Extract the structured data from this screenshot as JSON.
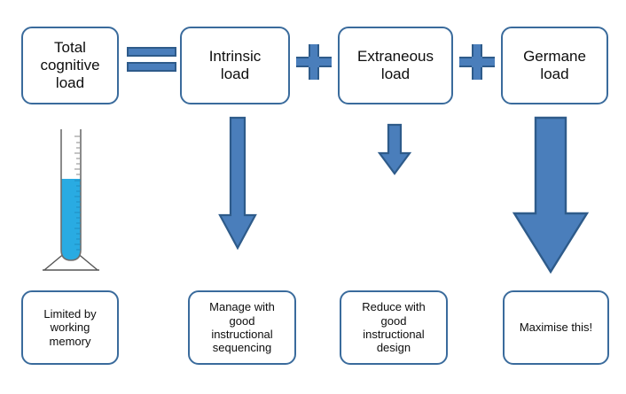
{
  "diagram": {
    "title": "Cognitive load theory components",
    "colors": {
      "box_border": "#3a6b9c",
      "box_fill": "#ffffff",
      "symbol_fill": "#4a7ebb",
      "symbol_border": "#2e5b8a",
      "arrow_fill": "#4a7ebb",
      "arrow_border": "#2e5b8a",
      "liquid": "#29abe2",
      "text": "#0d0d0d",
      "background": "#ffffff"
    },
    "top_row": [
      {
        "id": "total-cognitive-load",
        "label": "Total\ncognitive\nload"
      },
      {
        "id": "intrinsic-load",
        "label": "Intrinsic\nload"
      },
      {
        "id": "extraneous-load",
        "label": "Extraneous\nload"
      },
      {
        "id": "germane-load",
        "label": "Germane\nload"
      }
    ],
    "operators": [
      {
        "id": "equals",
        "symbol": "=",
        "name": "equals-sign"
      },
      {
        "id": "plus-1",
        "symbol": "+",
        "name": "plus-sign"
      },
      {
        "id": "plus-2",
        "symbol": "+",
        "name": "plus-sign"
      }
    ],
    "bottom_row": [
      {
        "id": "limited-by-working-memory",
        "label": "Limited by\nworking\nmemory"
      },
      {
        "id": "manage-with-good-instructional-sequencing",
        "label": "Manage with\ngood\ninstructional\nsequencing"
      },
      {
        "id": "reduce-with-good-instructional-design",
        "label": "Reduce with\ngood\ninstructional\ndesign"
      },
      {
        "id": "maximise-this",
        "label": "Maximise this!"
      }
    ],
    "arrows": [
      {
        "id": "arrow-intrinsic",
        "from": "intrinsic-load",
        "to": "manage-with-good-instructional-sequencing",
        "size": "medium"
      },
      {
        "id": "arrow-extraneous",
        "from": "extraneous-load",
        "to": "reduce-with-good-instructional-design",
        "size": "small"
      },
      {
        "id": "arrow-germane",
        "from": "germane-load",
        "to": "maximise-this",
        "size": "large"
      }
    ],
    "illustration": {
      "id": "measuring-cylinder",
      "name": "measuring-cylinder-icon",
      "description": "Graduated measuring cylinder on tripod stand, filled with blue liquid",
      "fill_level_percent": 70
    }
  }
}
